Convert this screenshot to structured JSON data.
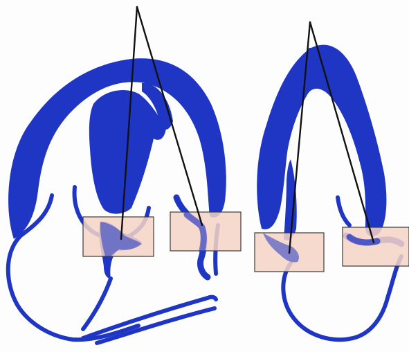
{
  "figure": {
    "background": "#fdfdfd",
    "wall_color": "#1f36c4",
    "box_color": "#f6d3c6",
    "line_color": "#111111",
    "panels": [
      {
        "id": "left-heart",
        "boxes": 2,
        "beam_lines": 2
      },
      {
        "id": "right-heart",
        "boxes": 2,
        "beam_lines": 2
      }
    ]
  }
}
